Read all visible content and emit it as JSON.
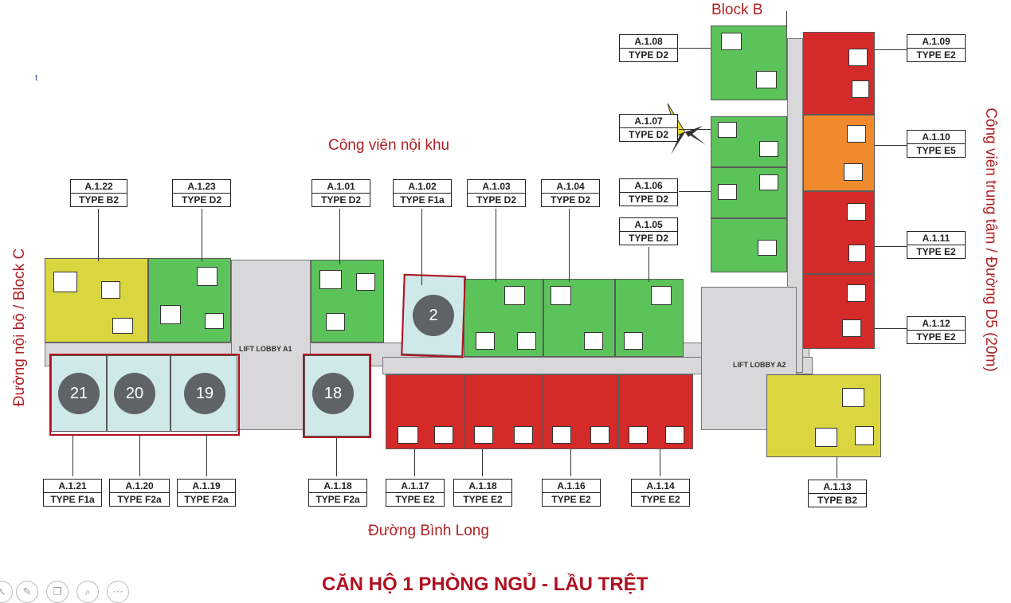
{
  "labels": {
    "block_b": "Block B",
    "park_internal": "Công viên nội khu",
    "road_internal": "Đường nội bộ / Block C",
    "park_central": "Công viên trung tâm / Đường D5 (20m)",
    "road_binh_long": "Đường Bình Long",
    "title": "CĂN HỘ 1 PHÒNG NGỦ - LẦU TRỆT",
    "lift_lobby_a1": "LIFT LOBBY A1",
    "lift_lobby_a2": "LIFT LOBBY A2",
    "stray_mark": "t"
  },
  "unit_tags": [
    {
      "code": "A.1.22",
      "type": "TYPE B2"
    },
    {
      "code": "A.1.23",
      "type": "TYPE D2"
    },
    {
      "code": "A.1.01",
      "type": "TYPE D2"
    },
    {
      "code": "A.1.02",
      "type": "TYPE F1a"
    },
    {
      "code": "A.1.03",
      "type": "TYPE D2"
    },
    {
      "code": "A.1.04",
      "type": "TYPE D2"
    },
    {
      "code": "A.1.05",
      "type": "TYPE D2"
    },
    {
      "code": "A.1.06",
      "type": "TYPE D2"
    },
    {
      "code": "A.1.07",
      "type": "TYPE D2"
    },
    {
      "code": "A.1.08",
      "type": "TYPE D2"
    },
    {
      "code": "A.1.09",
      "type": "TYPE E2"
    },
    {
      "code": "A.1.10",
      "type": "TYPE E5"
    },
    {
      "code": "A.1.11",
      "type": "TYPE E2"
    },
    {
      "code": "A.1.12",
      "type": "TYPE E2"
    },
    {
      "code": "A.1.13",
      "type": "TYPE B2"
    },
    {
      "code": "A.1.14",
      "type": "TYPE E2"
    },
    {
      "code": "A.1.16",
      "type": "TYPE E2"
    },
    {
      "code": "A.1.18",
      "type": "TYPE E2"
    },
    {
      "code": "A.1.17",
      "type": "TYPE E2"
    },
    {
      "code": "A.1.18",
      "type": "TYPE F2a"
    },
    {
      "code": "A.1.19",
      "type": "TYPE F2a"
    },
    {
      "code": "A.1.20",
      "type": "TYPE F2a"
    },
    {
      "code": "A.1.21",
      "type": "TYPE F1a"
    }
  ],
  "badges": [
    "2",
    "18",
    "19",
    "20",
    "21"
  ],
  "colors": {
    "yellow": "#d9d640",
    "green": "#5cc25a",
    "red": "#d42a2a",
    "orange": "#f08a2c",
    "highlight": "#cfe8ea",
    "label_red": "#b02024"
  },
  "toolbar_icons": [
    "pointer-icon",
    "pen-icon",
    "copy-icon",
    "zoom-icon",
    "more-icon"
  ]
}
